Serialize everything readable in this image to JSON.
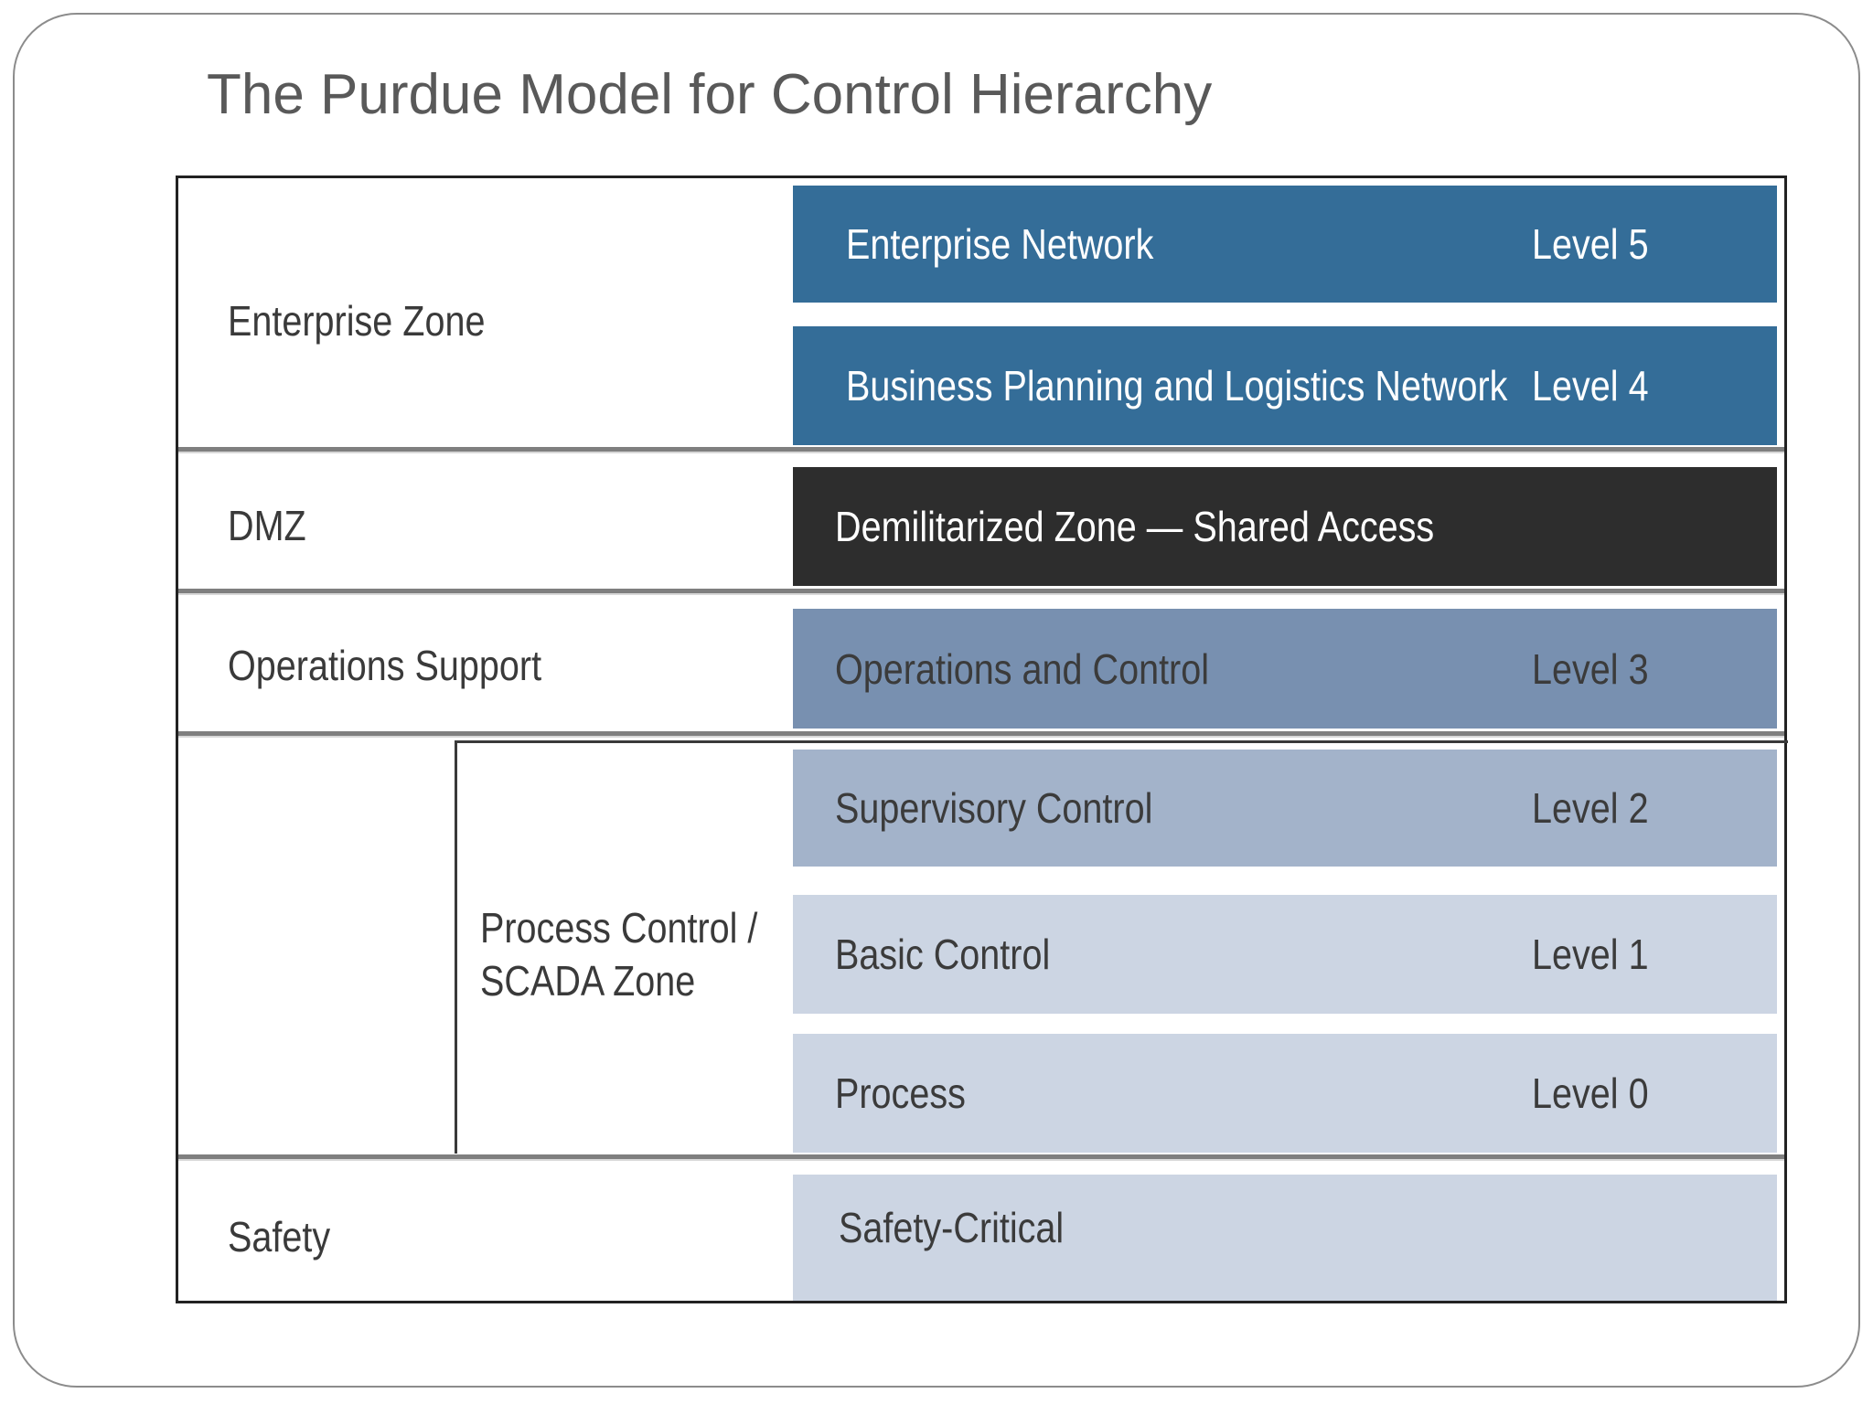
{
  "title": "The Purdue Model for Control Hierarchy",
  "colors": {
    "level_5_4": "#346d98",
    "dmz": "#2d2d2d",
    "level_3": "#7890b0",
    "level_2": "#a3b3ca",
    "level_1_0": "#ccd5e3",
    "safety": "#ccd5e3"
  },
  "zones": {
    "enterprise": "Enterprise Zone",
    "dmz": "DMZ",
    "operations": "Operations Support",
    "scada_line1": "Process Control /",
    "scada_line2": "SCADA Zone",
    "safety": "Safety"
  },
  "bars": {
    "enterprise_network": {
      "label": "Enterprise Network",
      "level": "Level 5"
    },
    "business_planning": {
      "label": "Business Planning and Logistics Network",
      "level": "Level 4"
    },
    "dmz": {
      "label": "Demilitarized Zone — Shared Access"
    },
    "operations_control": {
      "label": "Operations and Control",
      "level": "Level 3"
    },
    "supervisory": {
      "label": "Supervisory Control",
      "level": "Level 2"
    },
    "basic": {
      "label": "Basic Control",
      "level": "Level 1"
    },
    "process": {
      "label": "Process",
      "level": "Level 0"
    },
    "safety": {
      "label": "Safety-Critical"
    }
  }
}
